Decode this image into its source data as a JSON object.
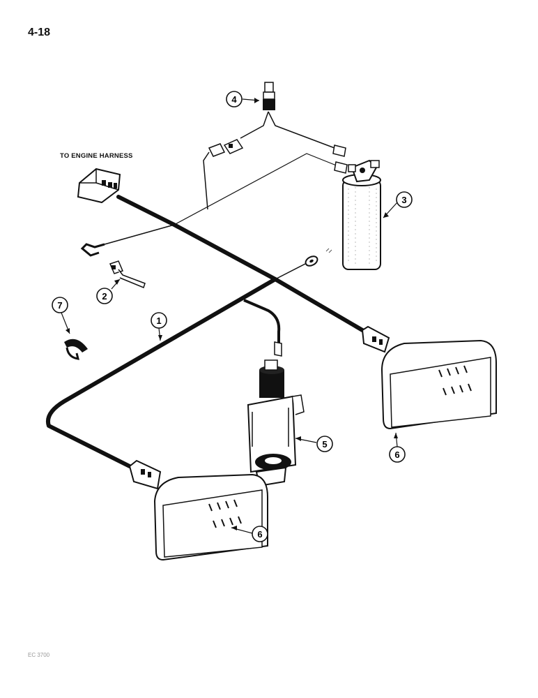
{
  "page": {
    "page_number": "4-18",
    "footer_code": "EC 3700"
  },
  "diagram": {
    "harness_label": "TO ENGINE HARNESS",
    "callouts": [
      {
        "id": "harness",
        "number": "1"
      },
      {
        "id": "sender",
        "number": "2"
      },
      {
        "id": "receiver-drier",
        "number": "3"
      },
      {
        "id": "switch",
        "number": "4"
      },
      {
        "id": "horn",
        "number": "5"
      },
      {
        "id": "work-light-right",
        "number": "6"
      },
      {
        "id": "work-light-left",
        "number": "6"
      },
      {
        "id": "clip",
        "number": "7"
      }
    ]
  }
}
